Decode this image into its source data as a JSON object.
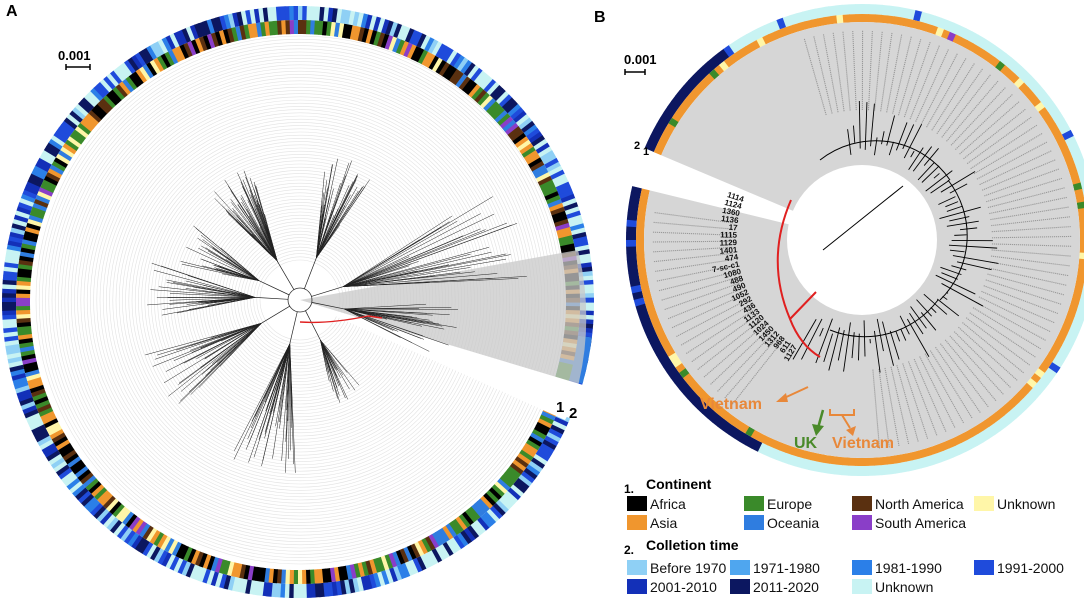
{
  "panels": {
    "a": {
      "letter": "A",
      "scale_bar": "0.001",
      "ring_labels": [
        "1",
        "2"
      ]
    },
    "b": {
      "letter": "B",
      "scale_bar": "0.001",
      "ring_labels": [
        "2",
        "1"
      ],
      "clade_tips": [
        "1114",
        "1124",
        "1360",
        "1136",
        "17",
        "1115",
        "1129",
        "1401",
        "474",
        "7-sc-c1",
        "1080",
        "488",
        "490",
        "1052",
        "292",
        "436",
        "1133",
        "1120",
        "1024",
        "1450",
        "1312",
        "968",
        "611",
        "1127"
      ],
      "arrows": [
        {
          "label": "Vietnam",
          "color": "#e8883a"
        },
        {
          "label": "UK",
          "color": "#4a8a2a"
        },
        {
          "label": "Vietnam",
          "color": "#e8883a"
        }
      ]
    }
  },
  "legend": {
    "continent": {
      "number": "1.",
      "title": "Continent",
      "items": [
        {
          "label": "Africa",
          "color": "#000000"
        },
        {
          "label": "Europe",
          "color": "#3a8a2a"
        },
        {
          "label": "North America",
          "color": "#5a3010"
        },
        {
          "label": "Unknown",
          "color": "#fff6a8"
        },
        {
          "label": "Asia",
          "color": "#f0962e"
        },
        {
          "label": "Oceania",
          "color": "#2f7de0"
        },
        {
          "label": "South America",
          "color": "#8a3ec8"
        }
      ]
    },
    "collection_time": {
      "number": "2.",
      "title": "Colletion time",
      "items": [
        {
          "label": "Before 1970",
          "color": "#8fd0f5"
        },
        {
          "label": "1971-1980",
          "color": "#4fa6ef"
        },
        {
          "label": "1981-1990",
          "color": "#2b7fe8"
        },
        {
          "label": "1991-2000",
          "color": "#1f4bdb"
        },
        {
          "label": "2001-2010",
          "color": "#1330b8"
        },
        {
          "label": "2011-2020",
          "color": "#0c1760"
        },
        {
          "label": "Unknown",
          "color": "#c8f3f3"
        }
      ]
    }
  }
}
